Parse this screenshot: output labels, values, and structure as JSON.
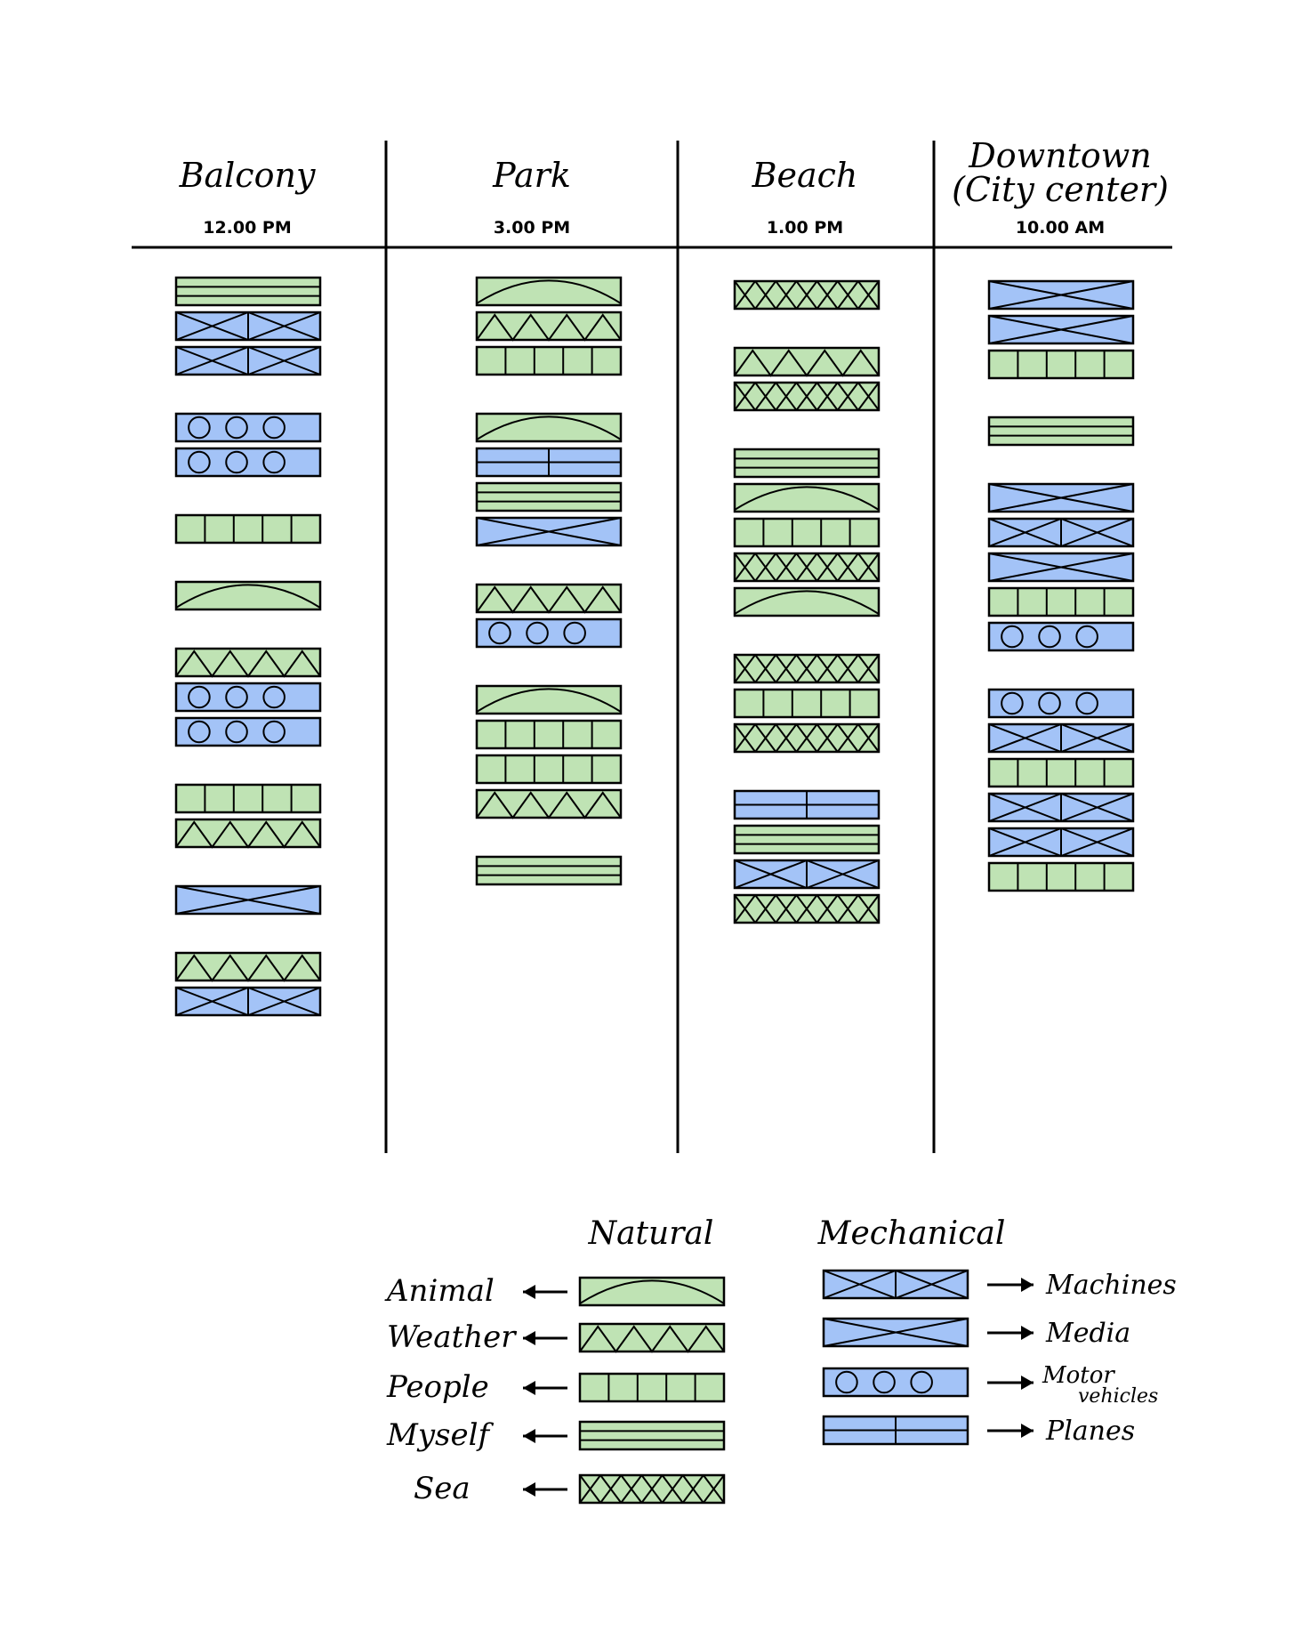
{
  "colors": {
    "natural": "#bfe3b4",
    "mechanical": "#a3c3f7",
    "ink": "#000000"
  },
  "columns": [
    {
      "title_lines": [
        "Balcony"
      ],
      "time": "12.00 PM",
      "groups": [
        [
          "myself",
          "machines",
          "machines"
        ],
        [
          "motor_vehicles",
          "motor_vehicles"
        ],
        [
          "people"
        ],
        [
          "animal"
        ],
        [
          "weather",
          "motor_vehicles",
          "motor_vehicles"
        ],
        [
          "people",
          "weather"
        ],
        [
          "media"
        ],
        [
          "weather",
          "machines"
        ]
      ]
    },
    {
      "title_lines": [
        "Park"
      ],
      "time": "3.00 PM",
      "groups": [
        [
          "animal",
          "weather",
          "people"
        ],
        [
          "animal",
          "planes",
          "myself",
          "media"
        ],
        [
          "weather",
          "motor_vehicles"
        ],
        [
          "animal",
          "people",
          "people",
          "weather"
        ],
        [
          "myself"
        ]
      ]
    },
    {
      "title_lines": [
        "Beach"
      ],
      "time": "1.00 PM",
      "groups": [
        [
          "sea"
        ],
        [
          "weather",
          "sea"
        ],
        [
          "myself",
          "animal",
          "people",
          "sea",
          "animal"
        ],
        [
          "sea",
          "people",
          "sea"
        ],
        [
          "planes",
          "myself",
          "machines",
          "sea"
        ]
      ]
    },
    {
      "title_lines": [
        "Downtown",
        "(City center)"
      ],
      "time": "10.00 AM",
      "groups": [
        [
          "media",
          "media",
          "people"
        ],
        [
          "myself"
        ],
        [
          "media",
          "machines",
          "media",
          "people",
          "motor_vehicles"
        ],
        [
          "motor_vehicles",
          "machines",
          "people",
          "machines",
          "machines",
          "people"
        ]
      ]
    }
  ],
  "legend": {
    "natural_title": "Natural",
    "mechanical_title": "Mechanical",
    "natural": [
      {
        "label": "Animal",
        "pattern": "animal"
      },
      {
        "label": "Weather",
        "pattern": "weather"
      },
      {
        "label": "People",
        "pattern": "people"
      },
      {
        "label": "Myself",
        "pattern": "myself"
      },
      {
        "label": "Sea",
        "pattern": "sea"
      }
    ],
    "mechanical": [
      {
        "label": "Machines",
        "pattern": "machines"
      },
      {
        "label": "Media",
        "pattern": "media"
      },
      {
        "label_lines": [
          "Motor",
          "vehicles"
        ],
        "pattern": "motor_vehicles"
      },
      {
        "label": "Planes",
        "pattern": "planes"
      }
    ]
  }
}
